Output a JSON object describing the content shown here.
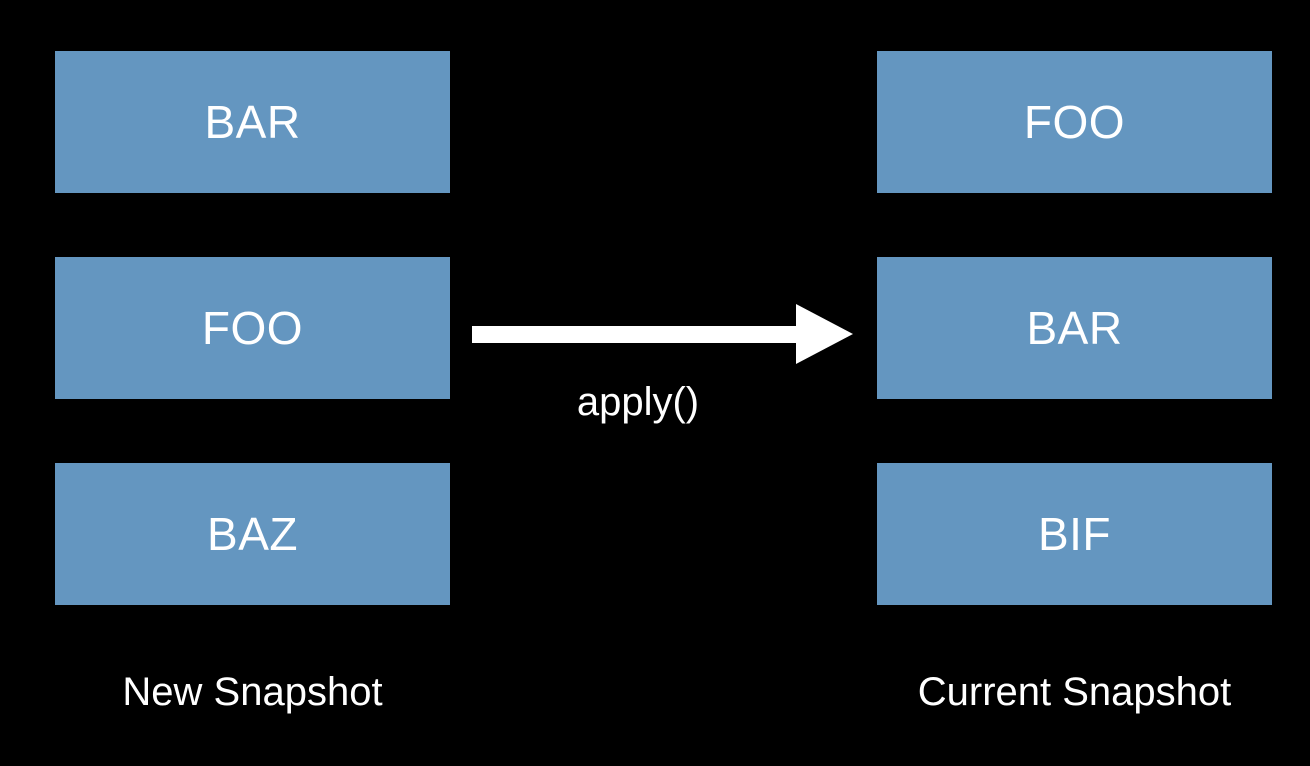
{
  "diagram": {
    "title": "Snapshot apply diagram",
    "background_color": "#000000",
    "box_color": "#6496c0",
    "text_color": "#ffffff",
    "arrow_color": "#ffffff"
  },
  "columns": {
    "new": {
      "caption": "New Snapshot",
      "boxes": [
        {
          "label": "BAR"
        },
        {
          "label": "FOO"
        },
        {
          "label": "BAZ"
        }
      ]
    },
    "current": {
      "caption": "Current Snapshot",
      "boxes": [
        {
          "label": "FOO"
        },
        {
          "label": "BAR"
        },
        {
          "label": "BIF"
        }
      ]
    }
  },
  "arrow": {
    "label": "apply()",
    "direction": "right",
    "icon": "right-arrow-icon"
  }
}
